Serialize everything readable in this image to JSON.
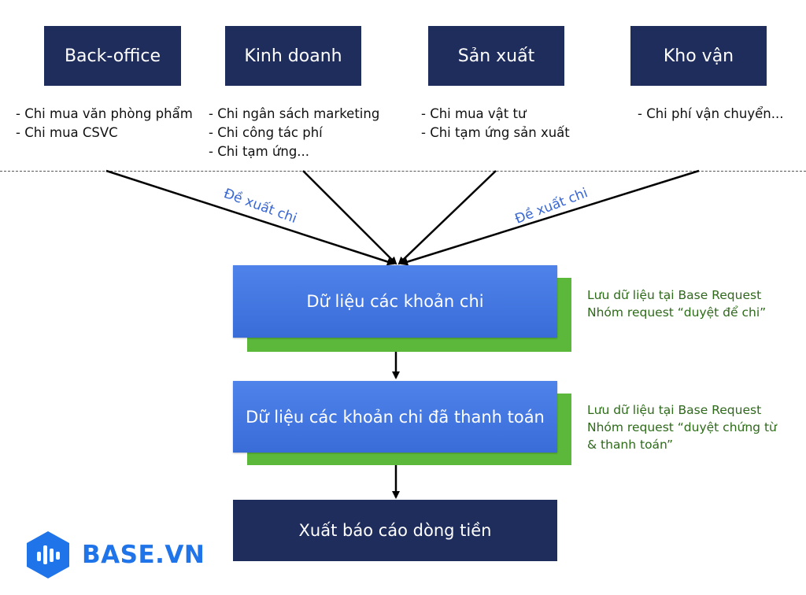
{
  "departments": [
    {
      "title": "Back-office",
      "items": [
        "- Chi mua văn phòng phẩm",
        "- Chi mua CSVC"
      ]
    },
    {
      "title": "Kinh doanh",
      "items": [
        "- Chi ngân sách marketing",
        "- Chi công tác phí",
        "- Chi tạm ứng..."
      ]
    },
    {
      "title": "Sản xuất",
      "items": [
        "- Chi mua vật tư",
        "- Chi tạm ứng sản xuất"
      ]
    },
    {
      "title": "Kho vận",
      "items": [
        "- Chi phí vận chuyển..."
      ]
    }
  ],
  "flow_labels": {
    "left": "Đề xuất chi",
    "right": "Đề xuất chi"
  },
  "boxes": {
    "expenses": "Dữ liệu các khoản chi",
    "paid_expenses": "Dữ liệu các khoản chi đã thanh toán",
    "cashflow_report": "Xuất báo cáo dòng tiền"
  },
  "notes": {
    "expenses": [
      "Lưu dữ liệu tại Base Request",
      "Nhóm request “duyệt để chi”"
    ],
    "paid_expenses": [
      "Lưu dữ liệu tại Base Request",
      "Nhóm request “duyệt chứng từ",
      "& thanh toán”"
    ]
  },
  "logo": {
    "text": "BASE.VN",
    "icon": "bar-chart-hexagon-icon"
  },
  "colors": {
    "navy": "#1f2d5c",
    "blue": "#3d6fdc",
    "green": "#5cb83a",
    "note_text": "#2d6a19",
    "label_blue": "#3766d4",
    "brand": "#1f74ea"
  }
}
